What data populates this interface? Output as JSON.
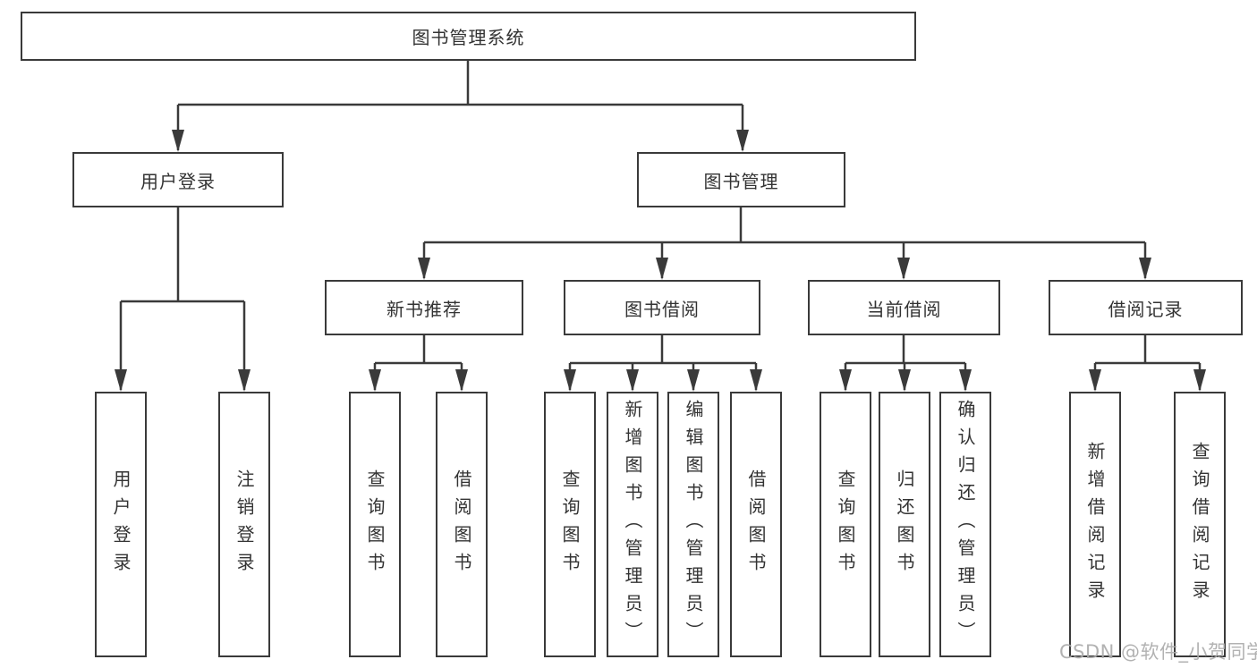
{
  "nodes": {
    "root": "图书管理系统",
    "l2": [
      "用户登录",
      "图书管理"
    ],
    "l3": [
      "新书推荐",
      "图书借阅",
      "当前借阅",
      "借阅记录"
    ],
    "leaves_user": [
      "用户登录",
      "注销登录"
    ],
    "leaves_newbook": [
      "查询图书",
      "借阅图书"
    ],
    "leaves_borrow": [
      "查询图书",
      "新增图书（管理员）",
      "编辑图书（管理员）",
      "借阅图书"
    ],
    "leaves_current": [
      "查询图书",
      "归还图书",
      "确认归还（管理员）"
    ],
    "leaves_records": [
      "新增借阅记录",
      "查询借阅记录"
    ]
  },
  "watermark": "CSDN @软件_小贺同学",
  "colors": {
    "line": "#3a3a3a",
    "text": "#333333",
    "watermark": "#aaaaaa",
    "background": "#ffffff"
  }
}
